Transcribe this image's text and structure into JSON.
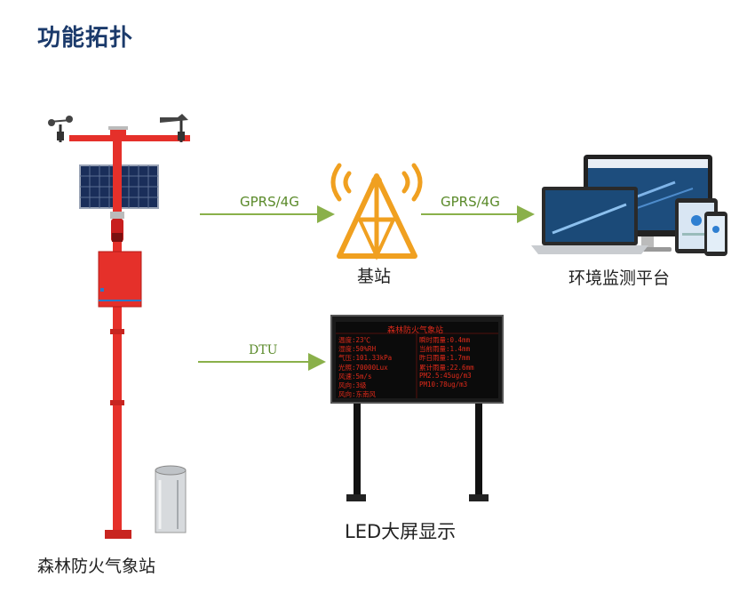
{
  "title": "功能拓扑",
  "nodes": {
    "station": "森林防火气象站",
    "base_station": "基站",
    "platform": "环境监测平台",
    "led": "LED大屏显示"
  },
  "links": {
    "station_to_base": "GPRS/4G",
    "base_to_platform": "GPRS/4G",
    "station_to_led": "DTU"
  },
  "led_board": {
    "header": "森林防火气象站",
    "rows": [
      [
        "温度:23℃",
        "瞬时雨量:0.4mm"
      ],
      [
        "湿度:50%RH",
        "当前雨量:1.4mm"
      ],
      [
        "气压:101.33kPa",
        "昨日雨量:1.7mm"
      ],
      [
        "光照:70000Lux",
        "累计雨量:22.6mm"
      ],
      [
        "风速:5m/s",
        "PM2.5:45ug/m3"
      ],
      [
        "风向:3级",
        "PM10:78ug/m3"
      ],
      [
        "风向:东南风",
        ""
      ]
    ]
  },
  "colors": {
    "title": "#1b3a6b",
    "arrow": "#8ab04a",
    "tower": "#f0a020",
    "pole": "#e5302a",
    "led_red": "#e02a1a"
  }
}
